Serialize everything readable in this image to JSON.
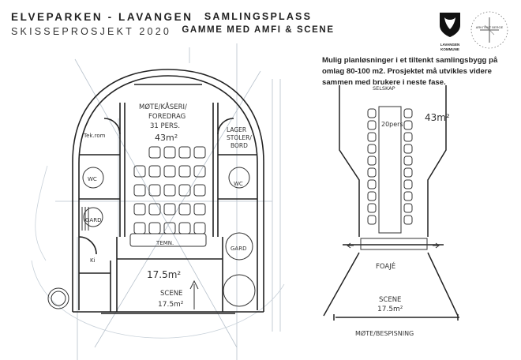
{
  "header": {
    "project_line1": "ELVEPARKEN - LAVANGEN",
    "project_line2": "SKISSEPROSJEKT 2020",
    "title_line1": "SAMLINGSPLASS",
    "title_line2": "GAMME MED AMFI & SCENE"
  },
  "logo": {
    "name": "municipal-coat-of-arms",
    "caption_line1": "LAVANGEN",
    "caption_line2": "KOMMUNE"
  },
  "seal": {
    "name": "designer-seal-stamp",
    "text": "ARKITEKT BERGE"
  },
  "description": "Mulig planløsninger i et tiltenkt samlingsbygg på omlag 80-100 m2. Prosjektet må utvikles videre sammen med brukere i neste fase.",
  "plan_left": {
    "room_main_line1": "MØTE/KÅSERI/",
    "room_main_line2": "FOREDRAG",
    "room_main_line3": "31 PERS.",
    "room_main_area": "43m²",
    "room_tek": "Tek.rom",
    "room_storage_line1": "LAGER",
    "room_storage_line2": "STOLER/",
    "room_storage_line3": "BORD",
    "wc_left": "WC",
    "wc_right": "WC",
    "room_gard": "GARD",
    "room_gard_right": "GARD",
    "room_ki": "Ki",
    "room_lower": "TEMN.",
    "stage_area": "17.5m²",
    "stage_label": "SCENE",
    "stage_area_small": "17.5m²"
  },
  "plan_right": {
    "room_top": "SELSKAP",
    "capacity": "20pers.",
    "area": "43m²",
    "foyer": "FOAJÉ",
    "stage_label": "SCENE",
    "stage_area": "17.5m²",
    "caption": "MØTE/BESPISNING"
  }
}
